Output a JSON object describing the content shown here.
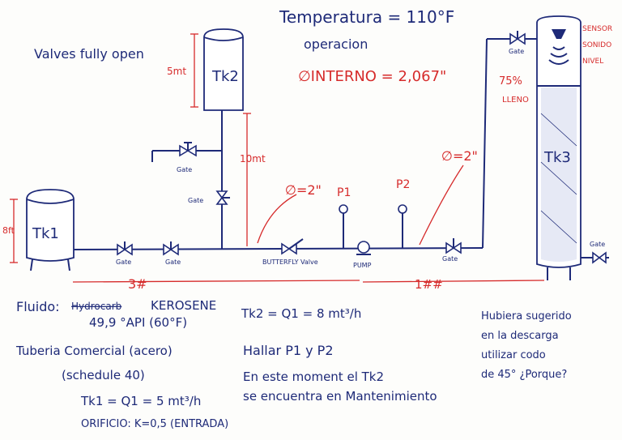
{
  "colors": {
    "ink": "#1e2a78",
    "red_ink": "#d62b2b",
    "paper": "#fdfdfb"
  },
  "header": {
    "temperature": "Temperatura = 110°F",
    "operation": "operacion",
    "diameter": "∅INTERNO = 2,067\""
  },
  "note_valves": "Valves fully open",
  "tanks": {
    "tk1": "Tk1",
    "tk2": "Tk2",
    "tk3": "Tk3"
  },
  "dimensions": {
    "tk2_height": "5mt",
    "riser_height": "10mt",
    "tk1_height": "8ft",
    "left_run": "3#",
    "right_run": "1##",
    "level": "75%",
    "level_word": "LLENO"
  },
  "valves": {
    "gate_label": "Gate",
    "butterfly_label": "BUTTERFLY Valve",
    "pump_label": "PUMP"
  },
  "pipe_labels": {
    "dia_left": "∅=2\"",
    "dia_right": "∅=2\"",
    "p1": "P1",
    "p2": "P2"
  },
  "sensor_label": [
    "SENSOR",
    "SONIDO",
    "NIVEL"
  ],
  "notes": {
    "fluid_label": "Fluido:",
    "fluid_struck": "Hydrocarb",
    "fluid_value": "KEROSENE",
    "api": "49,9 °API (60°F)",
    "tubing": "Tuberia Comercial (acero)",
    "schedule": "(schedule 40)",
    "tk1_flow": "Tk1 = Q1 = 5 mt³/h",
    "orifice": "ORIFICIO: K=0,5 (ENTRADA)",
    "tk2_flow": "Tk2 = Q1 = 8 mt³/h",
    "find": "Hallar P1 y P2",
    "maintenance_1": "En este moment el Tk2",
    "maintenance_2": "se encuentra en Mantenimiento",
    "question": [
      "Hubiera sugerido",
      "en la descarga",
      "utilizar codo",
      "de 45° ¿Porque?"
    ]
  }
}
